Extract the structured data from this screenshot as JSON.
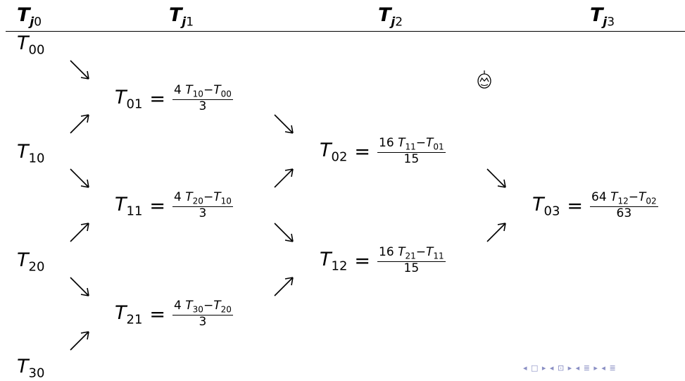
{
  "columns": [
    {
      "base": "T",
      "sub_var": "j",
      "sub_num": "0"
    },
    {
      "base": "T",
      "sub_var": "j",
      "sub_num": "1"
    },
    {
      "base": "T",
      "sub_var": "j",
      "sub_num": "2"
    },
    {
      "base": "T",
      "sub_var": "j",
      "sub_num": "3"
    }
  ],
  "col0": [
    {
      "base": "T",
      "sub": "00"
    },
    {
      "base": "T",
      "sub": "10"
    },
    {
      "base": "T",
      "sub": "20"
    },
    {
      "base": "T",
      "sub": "30"
    }
  ],
  "col1": [
    {
      "lhs_base": "T",
      "lhs_sub": "01",
      "eq": "=",
      "coef": "4",
      "a_base": "T",
      "a_sub": "10",
      "minus": "−",
      "b_base": "T",
      "b_sub": "00",
      "den": "3"
    },
    {
      "lhs_base": "T",
      "lhs_sub": "11",
      "eq": "=",
      "coef": "4",
      "a_base": "T",
      "a_sub": "20",
      "minus": "−",
      "b_base": "T",
      "b_sub": "10",
      "den": "3"
    },
    {
      "lhs_base": "T",
      "lhs_sub": "21",
      "eq": "=",
      "coef": "4",
      "a_base": "T",
      "a_sub": "30",
      "minus": "−",
      "b_base": "T",
      "b_sub": "20",
      "den": "3"
    }
  ],
  "col2": [
    {
      "lhs_base": "T",
      "lhs_sub": "02",
      "eq": "=",
      "coef": "16",
      "a_base": "T",
      "a_sub": "11",
      "minus": "−",
      "b_base": "T",
      "b_sub": "01",
      "den": "15"
    },
    {
      "lhs_base": "T",
      "lhs_sub": "12",
      "eq": "=",
      "coef": "16",
      "a_base": "T",
      "a_sub": "21",
      "minus": "−",
      "b_base": "T",
      "b_sub": "11",
      "den": "15"
    }
  ],
  "col3": [
    {
      "lhs_base": "T",
      "lhs_sub": "03",
      "eq": "=",
      "coef": "64",
      "a_base": "T",
      "a_sub": "12",
      "minus": "−",
      "b_base": "T",
      "b_sub": "02",
      "den": "63"
    }
  ],
  "icons": {
    "arrow_down": "arrow-down-right-icon",
    "arrow_up": "arrow-up-right-icon",
    "cursor": "cursor-icon",
    "nav": "beamer-navigation-icons"
  },
  "nav_symbols": "◂ □ ▸ ◂ ⊡ ▸ ◂ ≣ ▸ ◂ ≣"
}
